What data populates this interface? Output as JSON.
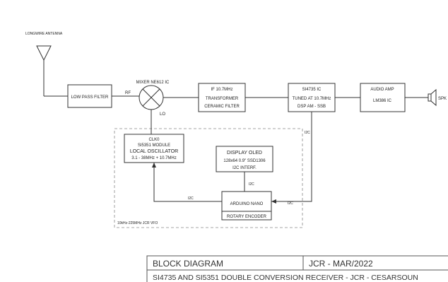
{
  "labels": {
    "antenna": "LONGWIRE ANTENNA",
    "lpf": "LOW PASS FILTER",
    "rf": "RF",
    "lo": "LO",
    "mixer": "MIXER NE612 IC",
    "if_line1": "IF 10.7MHz",
    "if_line2": "TRANSFORMER",
    "if_line3": "CERAMIC FILTER",
    "si_line1": "SI4735 IC",
    "si_line2": "TUNED AT 10.7MHz",
    "si_line3": "DSP AM - SSB",
    "amp_line1": "AUDIO AMP",
    "amp_line2": "LM386 IC",
    "speaker": "SPK",
    "clk_line1": "CLK0",
    "clk_line2": "SI5351 MODULE",
    "clk_line3": "LOCAL OSCILLATOR",
    "clk_line4": "3.1 - 38MHz + 10.7MHz",
    "oled_line1": "DISPLAY OLED",
    "oled_line2": "128x64 0.9\" SSD1306",
    "oled_line3": "I2C INTERF.",
    "nano": "ARDUINO NANO",
    "encoder": "ROTARY ENCODER",
    "i2c": "I2C",
    "vfo": "10kHz-225MHz JCR VFO"
  },
  "title_block": {
    "title": "BLOCK DIAGRAM",
    "author_date": "JCR - MAR/2022",
    "description": "SI4735 AND SI5351 DOUBLE CONVERSION RECEIVER - JCR - CESARSOUN"
  }
}
